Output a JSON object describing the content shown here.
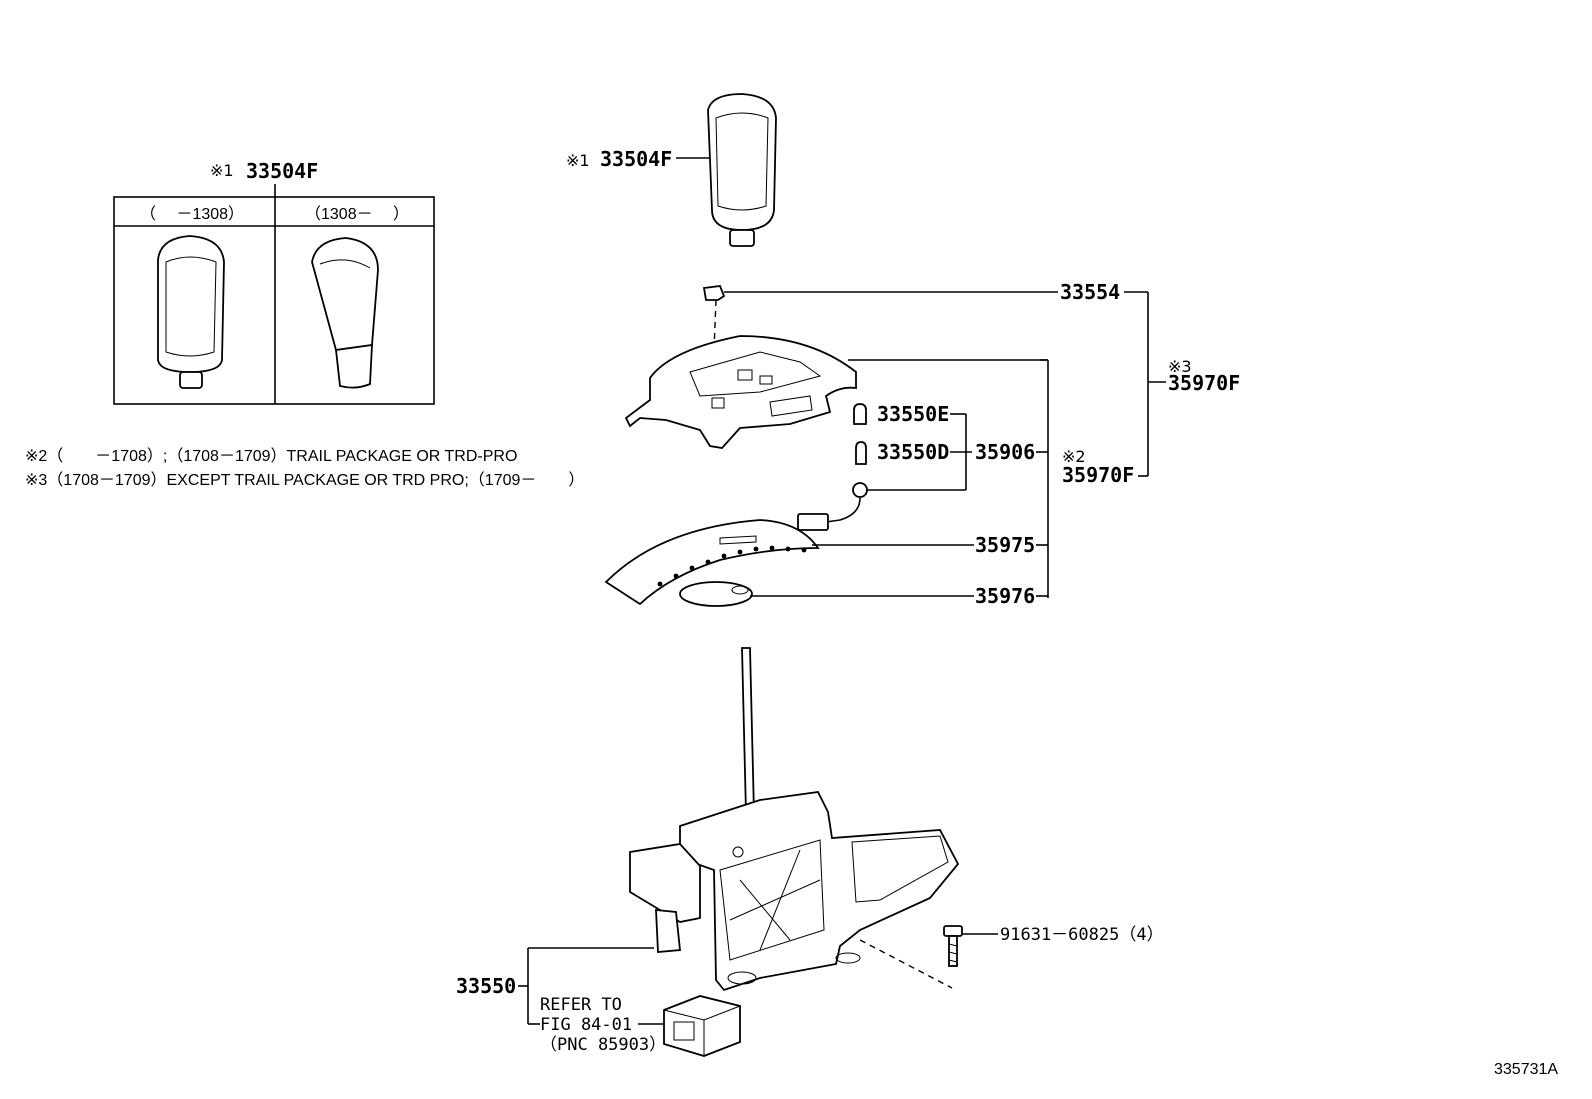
{
  "knob_box": {
    "mark": "※1",
    "part": "33504F",
    "col_left": "（　 －1308）",
    "col_right": "（1308－　 ）"
  },
  "notes": [
    "※2（　　－1708）;（1708－1709）TRAIL PACKAGE OR TRD-PRO",
    "※3（1708－1709）EXCEPT TRAIL PACKAGE OR TRD PRO;（1709－　　）"
  ],
  "labels": {
    "knob_mark": "※1",
    "knob_part": "33504F",
    "p33554": "33554",
    "p33550E": "33550E",
    "p33550D": "33550D",
    "p35906": "35906",
    "mark2": "※2",
    "p35970F_a": "35970F",
    "mark3": "※3",
    "p35970F_b": "35970F",
    "p35975": "35975",
    "p35976": "35976",
    "p91631": "91631－60825（4）",
    "p33550": "33550",
    "refer1": "REFER TO",
    "refer2": "FIG 84-01",
    "refer3": "（PNC 85903）",
    "figure_id": "335731A"
  }
}
